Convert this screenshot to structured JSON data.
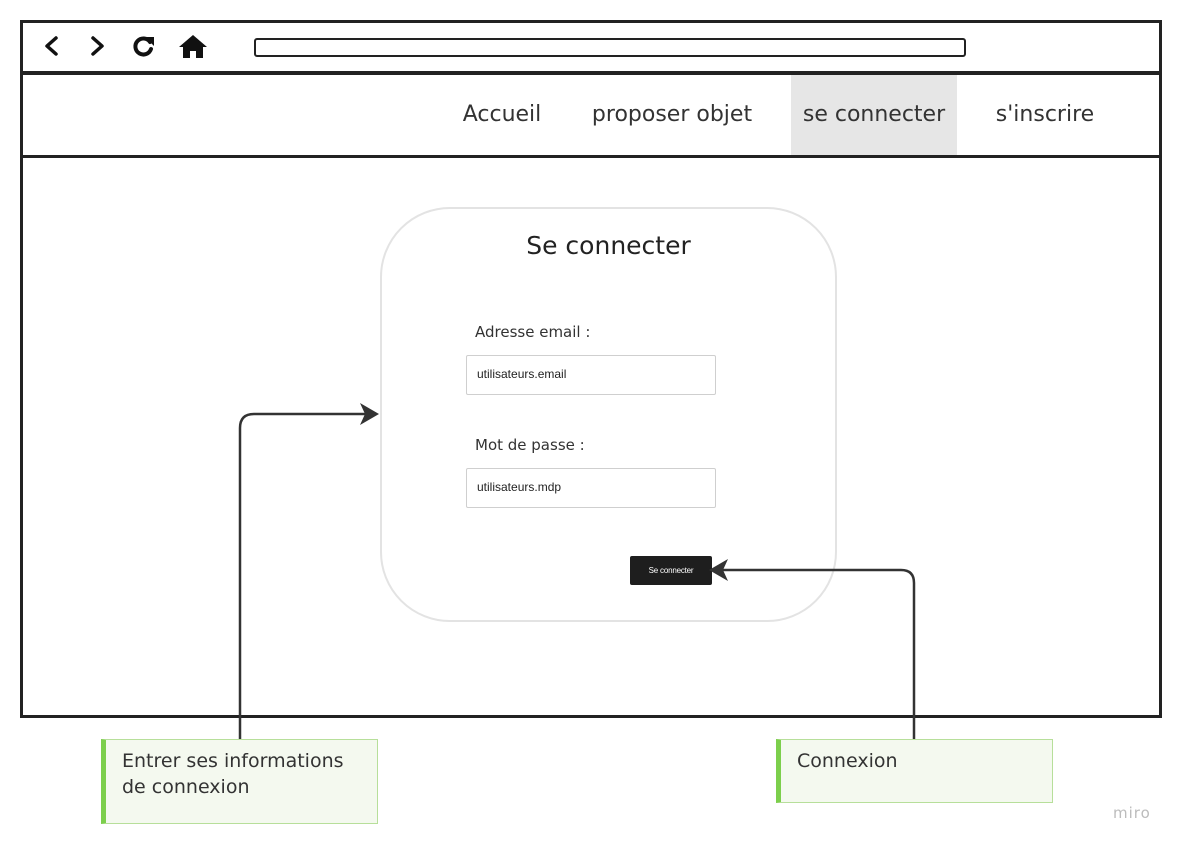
{
  "toolbar": {
    "icons": [
      "back-icon",
      "forward-icon",
      "reload-icon",
      "home-icon"
    ],
    "url": ""
  },
  "nav": {
    "items": [
      {
        "label": "Accueil",
        "active": false
      },
      {
        "label": "proposer objet",
        "active": false
      },
      {
        "label": "se connecter",
        "active": true
      },
      {
        "label": "s'inscrire",
        "active": false
      }
    ]
  },
  "login": {
    "title": "Se connecter",
    "email_label": "Adresse email :",
    "email_value": "utilisateurs.email",
    "password_label": "Mot de passe :",
    "password_value": "utilisateurs.mdp",
    "submit_label": "Se connecter"
  },
  "annotations": {
    "left_note": "Entrer ses informations de connexion",
    "right_note": "Connexion"
  },
  "watermark": "miro",
  "colors": {
    "frame": "#222222",
    "active_nav_bg": "#e6e6e6",
    "button_bg": "#1e1e1e",
    "note_accent": "#7ccf4c",
    "note_bg": "#f4f9ef"
  }
}
